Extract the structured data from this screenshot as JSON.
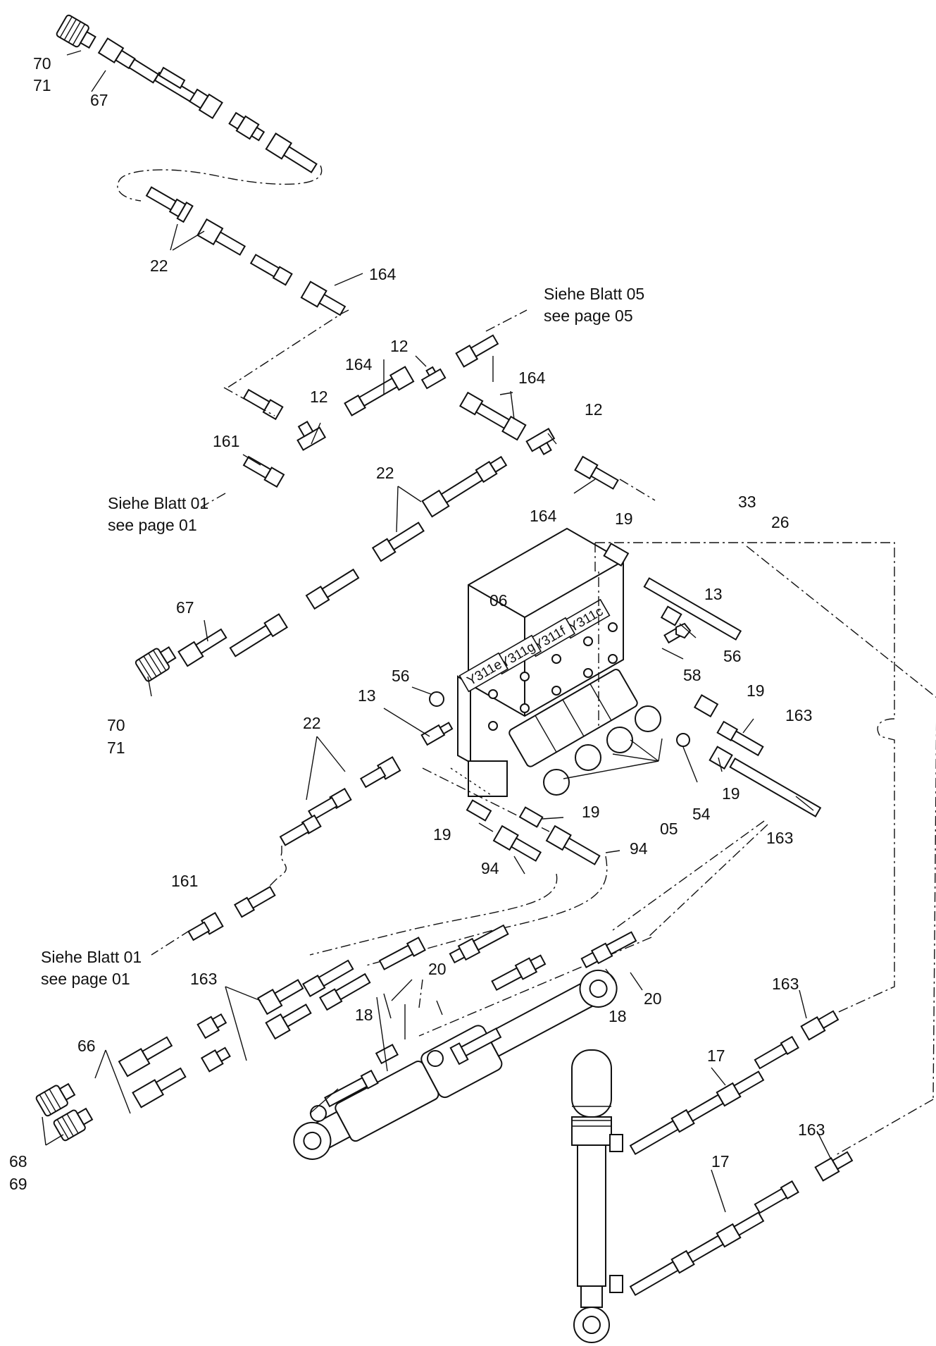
{
  "callouts": {
    "c70a": "70",
    "c71a": "71",
    "c67a": "67",
    "c22a": "22",
    "c164a": "164",
    "c12a": "12",
    "c164b": "164",
    "c12b": "12",
    "c164c": "164",
    "c12c": "12",
    "c161a": "161",
    "c22b": "22",
    "c164d": "164",
    "c19a": "19",
    "c33": "33",
    "c26": "26",
    "c13a": "13",
    "c67b": "67",
    "c06": "06",
    "c56a": "56",
    "c58": "58",
    "c56b": "56",
    "c13b": "13",
    "c19b": "19",
    "c163a": "163",
    "c70b": "70",
    "c71b": "71",
    "c22c": "22",
    "c54": "54",
    "c19c": "19",
    "c05": "05",
    "c19d": "19",
    "c19e": "19",
    "c94a": "94",
    "c94b": "94",
    "c163b": "163",
    "c161b": "161",
    "c163c": "163",
    "c20a": "20",
    "c20b": "20",
    "c18a": "18",
    "c18b": "18",
    "c163d": "163",
    "c66": "66",
    "c17a": "17",
    "c68": "68",
    "c69": "69",
    "c163e": "163",
    "c17b": "17"
  },
  "references": {
    "blatt05_de": "Siehe Blatt 05",
    "blatt05_en": "see page 05",
    "blatt01a_de": "Siehe Blatt 01",
    "blatt01a_en": "see page 01",
    "blatt01b_de": "Siehe Blatt 01",
    "blatt01b_en": "see page 01"
  },
  "valve_tags": {
    "y311c": "Y311c",
    "y311f": "Y311f",
    "y311g": "Y311g",
    "y311e": "Y311e"
  }
}
